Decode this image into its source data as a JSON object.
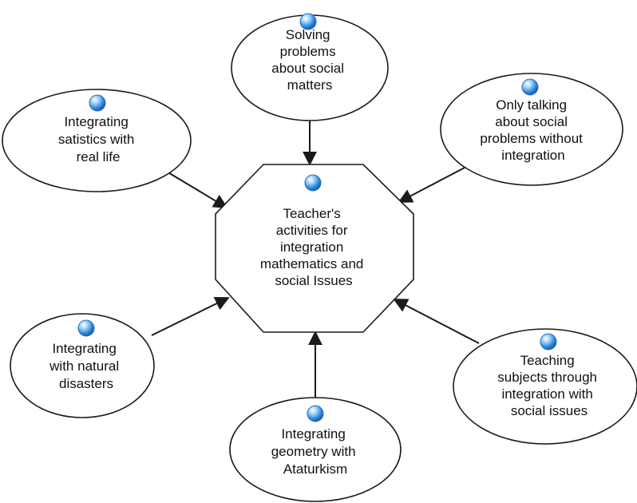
{
  "center": {
    "lines": [
      "Teacher's",
      "activities for",
      "integration",
      "mathematics and",
      "social Issues"
    ]
  },
  "nodes": [
    {
      "id": "solving",
      "lines": [
        "Solving",
        "problems",
        "about social",
        "matters"
      ]
    },
    {
      "id": "talking",
      "lines": [
        "Only talking",
        "about social",
        "problems without",
        "integration"
      ]
    },
    {
      "id": "statistics",
      "lines": [
        "Integrating",
        "satistics with",
        "real life"
      ]
    },
    {
      "id": "disasters",
      "lines": [
        "Integrating",
        "with natural",
        "disasters"
      ]
    },
    {
      "id": "teaching",
      "lines": [
        "Teaching",
        "subjects through",
        "integration with",
        "social issues"
      ]
    },
    {
      "id": "geometry",
      "lines": [
        "Integrating",
        "geometry with",
        "Ataturkism"
      ]
    }
  ],
  "colors": {
    "stroke": "#1a1a1a",
    "fill": "#ffffff",
    "text": "#111111",
    "marker": "#4aa3ea"
  }
}
